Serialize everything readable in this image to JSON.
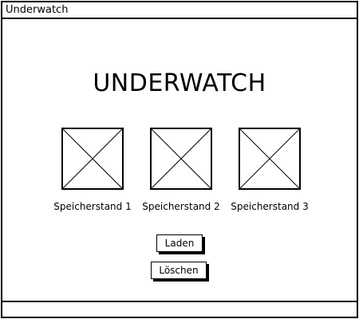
{
  "window": {
    "title": "Underwatch"
  },
  "main": {
    "heading": "UNDERWATCH",
    "slots": [
      {
        "label": "Speicherstand 1",
        "image": "image-placeholder-icon"
      },
      {
        "label": "Speicherstand 2",
        "image": "image-placeholder-icon"
      },
      {
        "label": "Speicherstand 3",
        "image": "image-placeholder-icon"
      }
    ],
    "buttons": {
      "load": "Laden",
      "delete": "Löschen"
    }
  }
}
